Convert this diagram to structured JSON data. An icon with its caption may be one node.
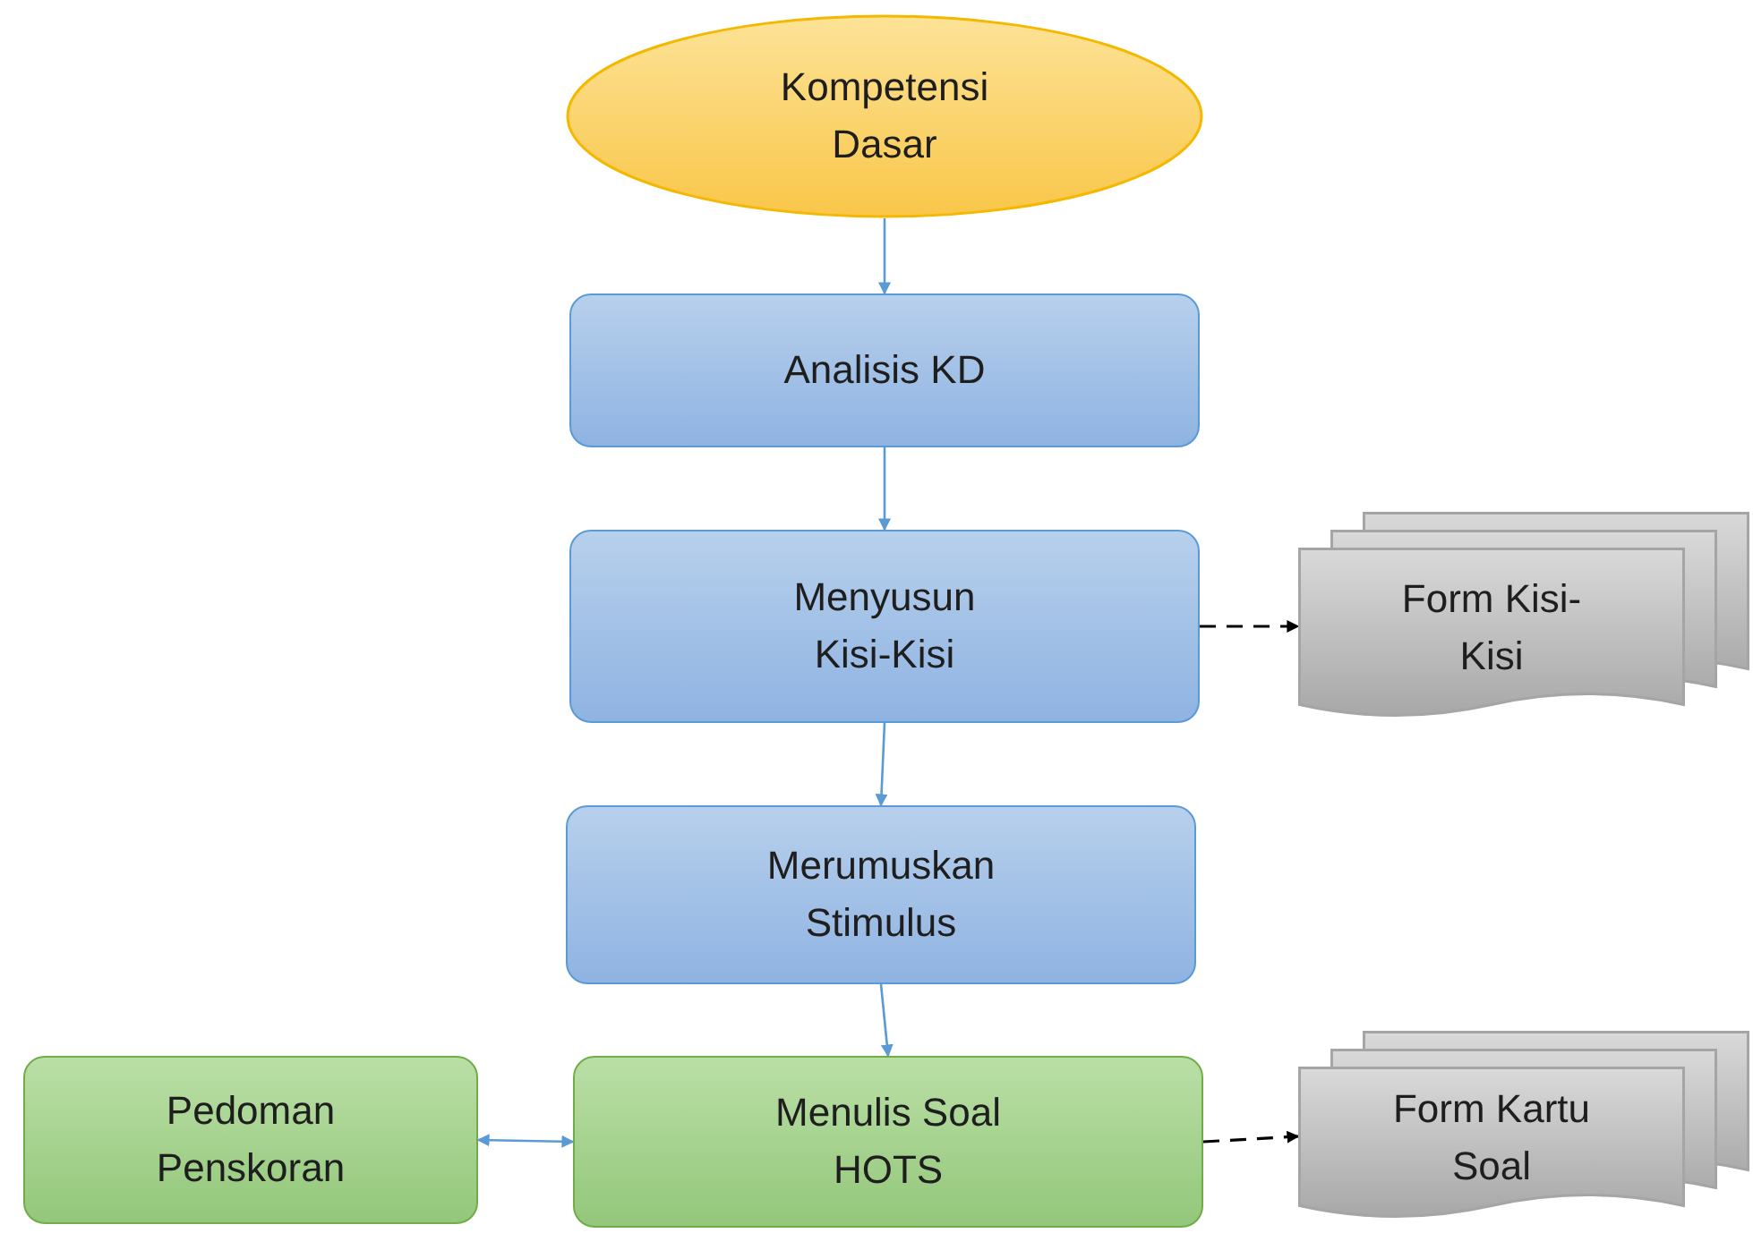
{
  "diagram": {
    "nodes": [
      {
        "text": [
          "Kompetensi Dasar"
        ]
      },
      {
        "text": [
          "Analisis KD"
        ]
      },
      {
        "text": [
          "Menyusun Kisi-Kisi"
        ]
      },
      {
        "text": [
          "Form Kisi-Kisi"
        ]
      },
      {
        "text": [
          "Merumuskan Stimulus"
        ]
      },
      {
        "text": [
          "Pedoman Penskoran"
        ]
      },
      {
        "text": [
          "Menulis Soal HOTS"
        ]
      },
      {
        "text": [
          "Form Kartu Soal"
        ]
      }
    ],
    "edges": [
      {
        "from": 0,
        "to": 1,
        "arrow": "to"
      },
      {
        "from": 1,
        "to": 2,
        "arrow": "to"
      },
      {
        "from": 2,
        "to": 3,
        "arrow": "to",
        "style": "dashed",
        "color": "#000000"
      },
      {
        "from": 2,
        "to": 4,
        "arrow": "to"
      },
      {
        "from": 4,
        "to": 6,
        "arrow": "to"
      },
      {
        "from": 6,
        "to": 7,
        "arrow": "to",
        "style": "dashed",
        "color": "#000000"
      },
      {
        "from": 5,
        "to": 6,
        "arrow": "both"
      }
    ]
  }
}
